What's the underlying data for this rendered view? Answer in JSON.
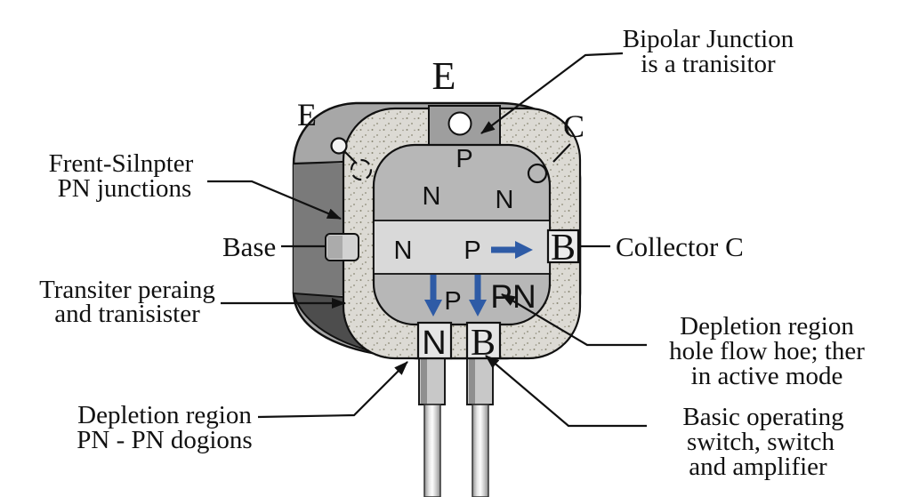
{
  "figure": {
    "type": "annotated-diagram",
    "subject": "Bipolar junction transistor cross-section"
  },
  "annotations": {
    "bipolar_junction": {
      "line1": "Bipolar Junction",
      "line2": "is a tranisitor"
    },
    "front_silnpter": {
      "line1": "Frent-Silnpter",
      "line2": "PN junctions"
    },
    "base": {
      "label": "Base"
    },
    "transiter": {
      "line1": "Transiter peraing",
      "line2": "and  tranisister"
    },
    "depletion_left": {
      "line1": "Depletion region",
      "line2": "PN - PN dogions"
    },
    "collector": {
      "label": "Collector C"
    },
    "depletion_right": {
      "line1": "Depletion region",
      "line2": "hole flow hoe; ther",
      "line3": "in active mode"
    },
    "basic_operating": {
      "line1": "Basic operating",
      "line2": "switch, switch",
      "line3": "and amplifier"
    }
  },
  "device": {
    "terminal_e_top": "E",
    "terminal_e_left": "E",
    "terminal_c_top": "C",
    "region_p_top": "P",
    "region_n_upper_left": "N",
    "region_n_upper_right": "N",
    "region_n_mid": "N",
    "region_p_mid": "P",
    "region_p_lower": "P",
    "region_pn_lower": "PN",
    "pin_n_label": "N",
    "pin_b_label": "B",
    "collector_b_label": "B"
  },
  "colors": {
    "arrow_blue": "#2e5ba6",
    "body_gray": "#a7a7a7",
    "side_dark": "#7a7a7a",
    "side_darker": "#4d4d4d",
    "ring_light": "#dcdad4",
    "inner_gray": "#b7b7b7",
    "band_light": "#d9d9d9",
    "box_light": "#e5e5e5",
    "line_black": "#111111"
  }
}
